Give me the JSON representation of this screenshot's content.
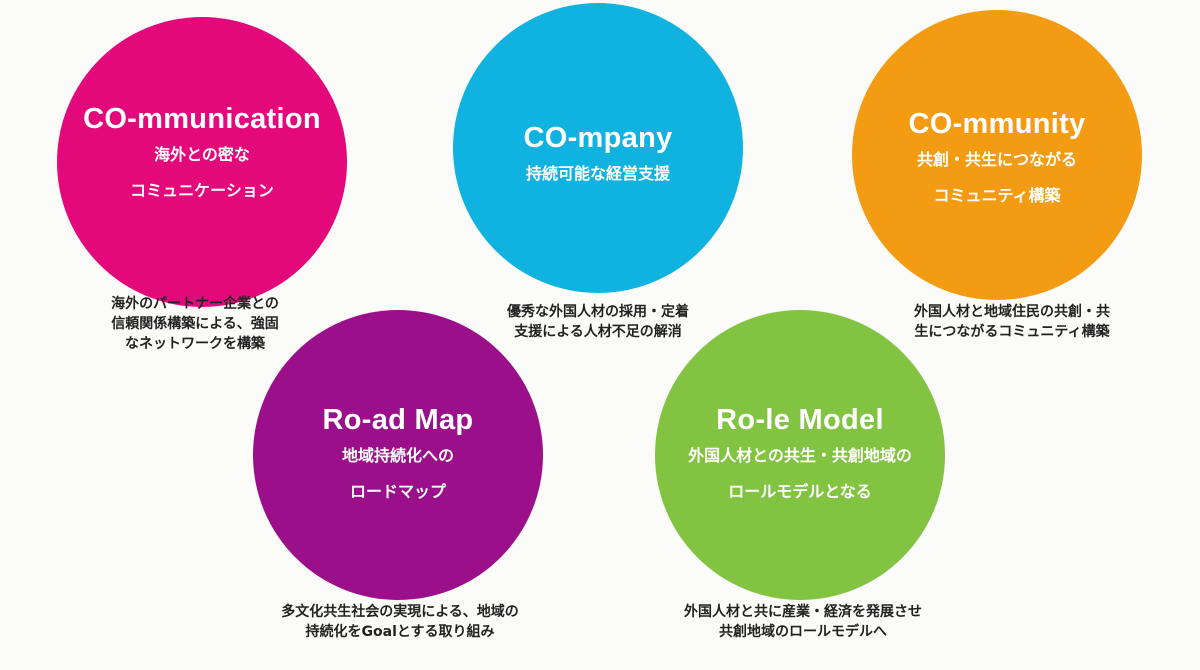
{
  "items": [
    {
      "title": "CO-mmunication",
      "sub": [
        "海外との密な",
        "コミュニケーション"
      ],
      "desc": [
        "海外のパートナー企業との",
        "信頼関係構築による、強固",
        "なネットワークを構築"
      ],
      "color": "#e4097b"
    },
    {
      "title": "CO-mpany",
      "sub": [
        "持続可能な経営支援"
      ],
      "desc": [
        "優秀な外国人材の採用・定着",
        "支援による人材不足の解消"
      ],
      "color": "#10b2e0"
    },
    {
      "title": "CO-mmunity",
      "sub": [
        "共創・共生につながる",
        "コミュニティ構築"
      ],
      "desc": [
        "外国人材と地域住民の共創・共",
        "生につながるコミュニティ構築"
      ],
      "color": "#f39b13"
    },
    {
      "title": "Ro-ad Map",
      "sub": [
        "地域持続化への",
        "ロードマップ"
      ],
      "desc": [
        "多文化共生社会の実現による、地域の",
        "持続化をGoalとする取り組み"
      ],
      "color": "#9b0f8b"
    },
    {
      "title": "Ro-le Model",
      "sub": [
        "外国人材との共生・共創地域の",
        "ロールモデルとなる"
      ],
      "desc": [
        "外国人材と共に産業・経済を発展させ",
        "共創地域のロールモデルへ"
      ],
      "color": "#83c342"
    }
  ]
}
